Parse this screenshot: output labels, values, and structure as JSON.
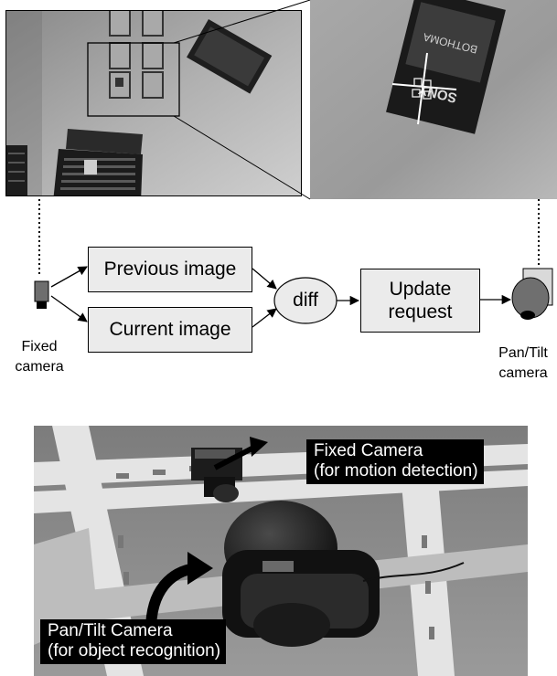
{
  "flow": {
    "previous_image": "Previous image",
    "current_image": "Current image",
    "diff": "diff",
    "update_request": "Update\nrequest"
  },
  "labels": {
    "fixed_camera": "Fixed\ncamera",
    "pan_tilt_camera": "Pan/Tilt\ncamera"
  },
  "photo_captions": {
    "fixed_camera": "Fixed Camera\n(for motion detection)",
    "pan_tilt_camera": "Pan/Tilt Camera\n(for object recognition)"
  },
  "sony_card_text": [
    "SONY",
    "BOTHOMA"
  ],
  "colors": {
    "box_fill": "#ebebeb",
    "caption_bg": "#000000",
    "caption_text": "#ffffff"
  }
}
